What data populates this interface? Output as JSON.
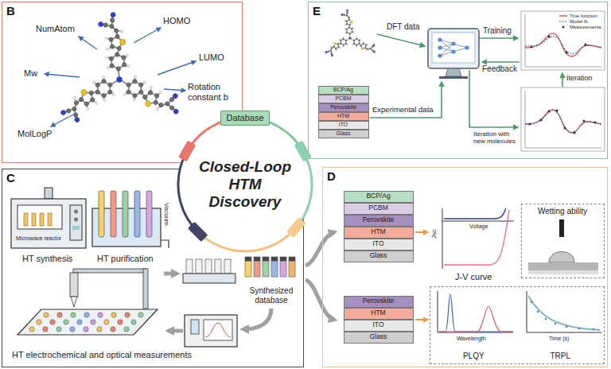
{
  "diagram": {
    "nodes": [
      {
        "text": [
          "B"
        ]
      },
      {
        "text": [
          "E"
        ]
      },
      {
        "text": [
          "C"
        ]
      },
      {
        "text": [
          "D"
        ]
      },
      {
        "text": [
          "Closed-Loop HTM Discovery"
        ]
      },
      {
        "text": [
          "Database"
        ]
      },
      {
        "text": [
          "BCP/Ag"
        ],
        "in": 1
      },
      {
        "text": [
          "PCBM"
        ],
        "in": 1
      },
      {
        "text": [
          "Perovskite"
        ],
        "in": 1
      },
      {
        "text": [
          "HTM"
        ],
        "in": 1
      },
      {
        "text": [
          "ITO"
        ],
        "in": 1
      },
      {
        "text": [
          "Glass"
        ],
        "in": 1
      },
      {
        "text": [
          "BCP/Ag"
        ],
        "in": 3
      },
      {
        "text": [
          "PCBM"
        ],
        "in": 3
      },
      {
        "text": [
          "Perovskite"
        ],
        "in": 3
      },
      {
        "text": [
          "HTM"
        ],
        "in": 3
      },
      {
        "text": [
          "ITO"
        ],
        "in": 3
      },
      {
        "text": [
          "Glass"
        ],
        "in": 3
      },
      {
        "text": [
          "Perovskite"
        ],
        "in": 3
      },
      {
        "text": [
          "HTM"
        ],
        "in": 3
      },
      {
        "text": [
          "ITO"
        ],
        "in": 3
      },
      {
        "text": [
          "Glass"
        ],
        "in": 3
      },
      {
        "text": [
          "Wetting ability"
        ],
        "in": 3
      },
      {
        "text": [
          "PLQY",
          "TRPL"
        ],
        "in": 3
      }
    ],
    "labels": [
      "NumAtom",
      "HOMO",
      "Mw",
      "LUMO",
      "MolLogP",
      "Rotation constant b",
      "DFT data",
      "Training",
      "Feedback",
      "Iteration",
      "Experimental data",
      "Iteration with new molecules",
      "Microwave reactor",
      "Vacuum",
      "HT synthesis",
      "HT purification",
      "Synthesized database",
      "HT electrochemical and optical measurements",
      "Jsc",
      "Voltage",
      "J-V curve",
      "Wavelength",
      "Time (s)"
    ],
    "legend": [
      {
        "text": "True function"
      },
      {
        "text": "Model fit"
      },
      {
        "text": "Measurements"
      }
    ]
  }
}
